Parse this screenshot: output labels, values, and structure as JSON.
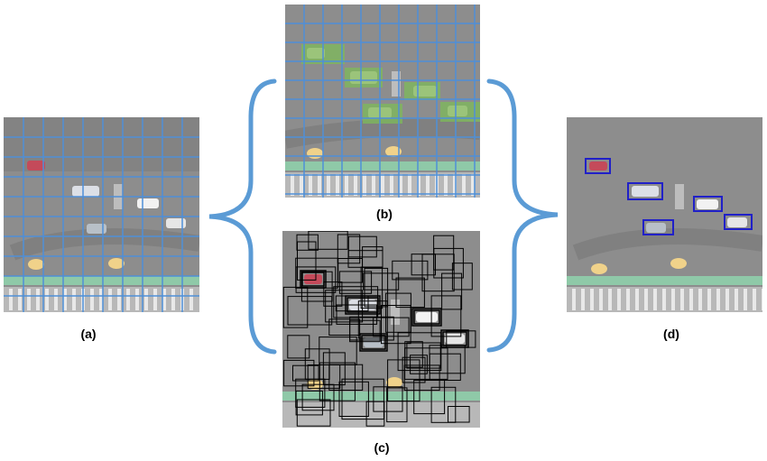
{
  "captions": {
    "a": "(a)",
    "b": "(b)",
    "c": "(c)",
    "d": "(d)"
  },
  "colors": {
    "grid_line": "#4f8fd8",
    "brace": "#5b9bd5",
    "green_cell": "#7dbb5a",
    "detection_box": "#2020c8",
    "proposal_box": "#000000",
    "crosswalk_green": "#8fc9a8",
    "asphalt": "#8c8c8c"
  },
  "icons": {
    "car": "car-icon",
    "brace": "curly-brace-icon"
  }
}
